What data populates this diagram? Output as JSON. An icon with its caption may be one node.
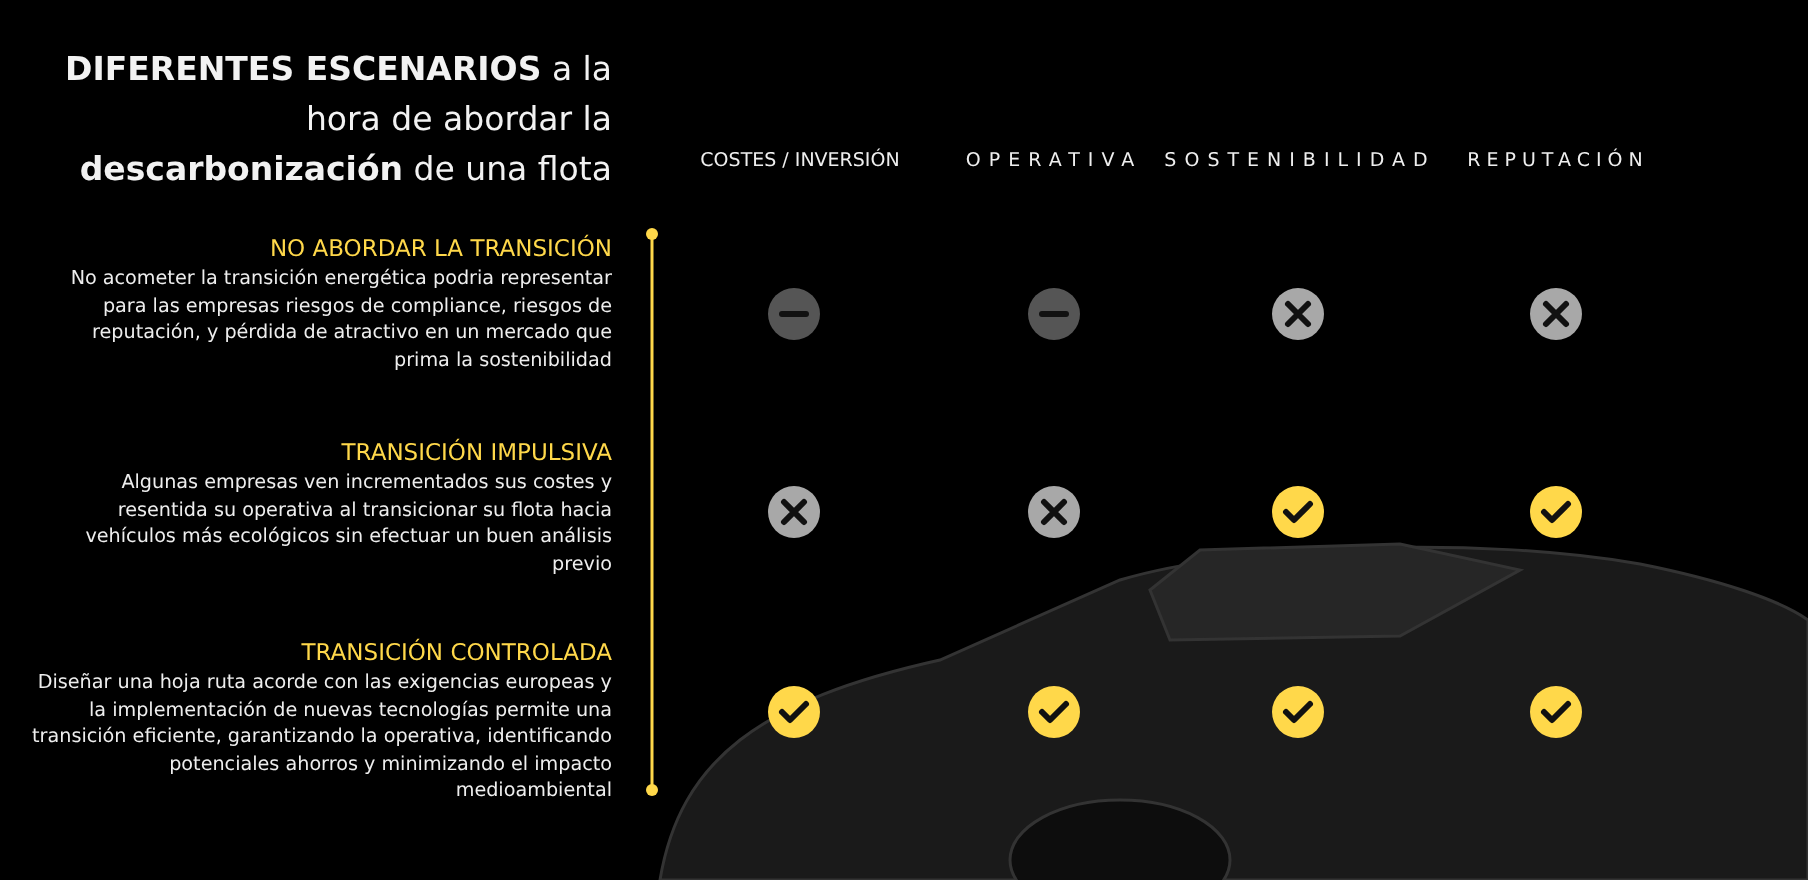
{
  "diagram": {
    "title": "**DIFERENTES ESCENARIOS** a la hora de abordar la **descarbonización** de una flota",
    "labels": [
      "COSTES / INVERSIÓN",
      "OPERATIVA",
      "SOSTENIBILIDAD",
      "REPUTACIÓN",
      "NO ABORDAR LA TRANSICIÓN",
      "No acometer la transición energética podria representar para  las empresas riesgos de compliance, riesgos de reputación, y pérdida de atractivo en un mercado que prima la sostenibilidad",
      "TRANSICIÓN IMPULSIVA",
      "Algunas empresas ven incrementados sus costes y resentida su operativa al transicionar su flota hacia vehículos más ecológicos sin efectuar un buen análisis previo",
      "TRANSICIÓN CONTROLADA",
      "Diseñar una hoja ruta acorde con las exigencias europeas y la implementación de nuevas tecnologías permite una transición eficiente, garantizando la operativa, identificando potenciales ahorros y minimizando el impacto medioambiental"
    ]
  }
}
